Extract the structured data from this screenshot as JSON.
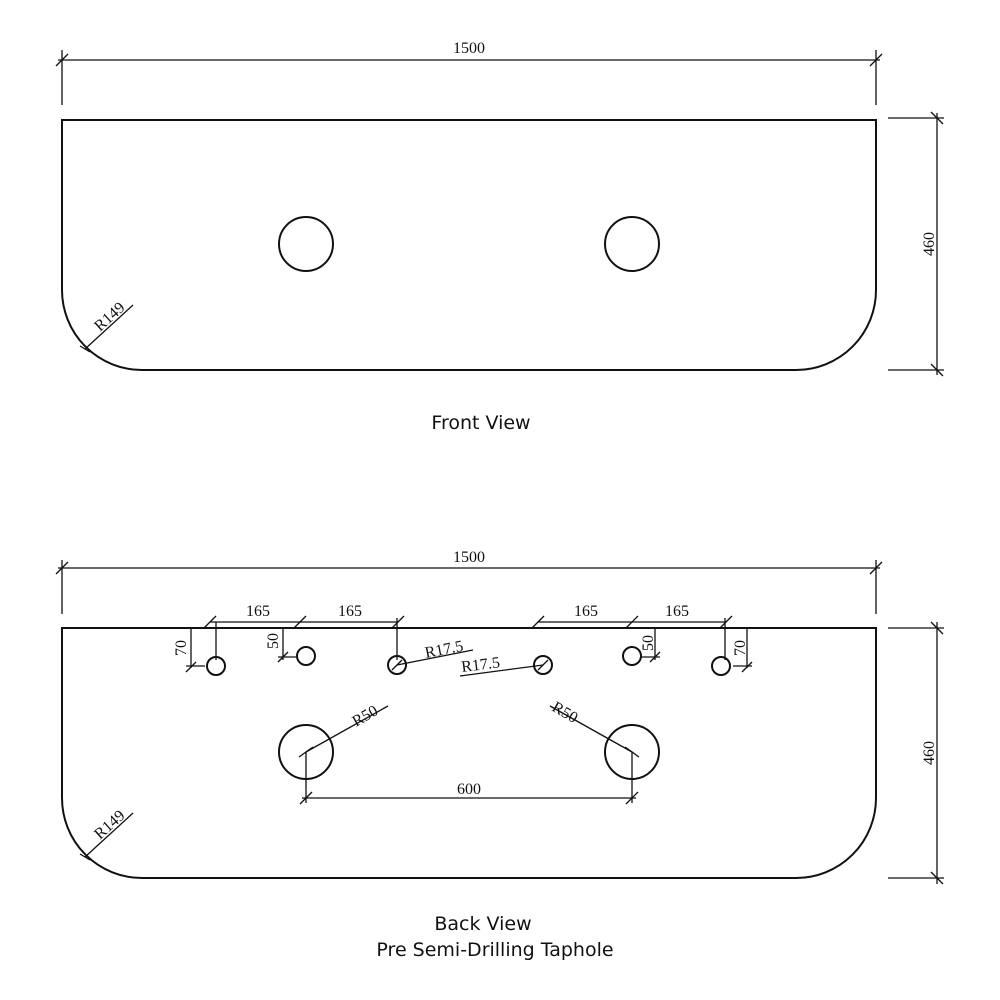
{
  "front_view": {
    "caption": "Front View",
    "width_label": "1500",
    "height_label": "460",
    "corner_radius_label": "R149"
  },
  "back_view": {
    "caption_line1": "Back View",
    "caption_line2": "Pre Semi-Drilling Taphole",
    "width_label": "1500",
    "height_label": "460",
    "corner_radius_label": "R149",
    "spacing_left_outer": "165",
    "spacing_left_inner": "165",
    "spacing_right_inner": "165",
    "spacing_right_outer": "165",
    "offset_left_outer": "70",
    "offset_left_inner": "50",
    "offset_right_inner": "50",
    "offset_right_outer": "70",
    "taphole_radius_left": "R17.5",
    "taphole_radius_right": "R17.5",
    "waste_radius_left": "R50",
    "waste_radius_right": "R50",
    "waste_spacing": "600"
  }
}
